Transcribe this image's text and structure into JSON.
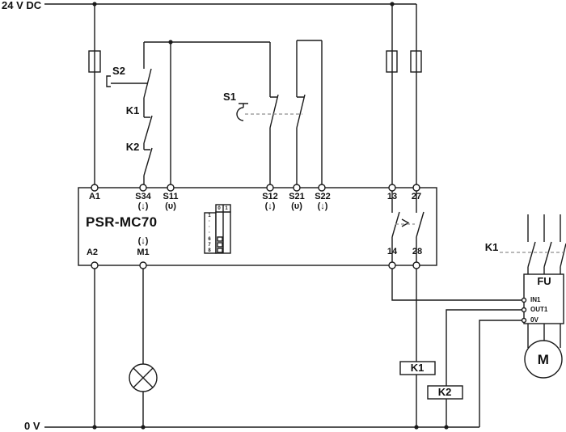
{
  "power": {
    "v24": "24 V DC",
    "v0": "0 V"
  },
  "inputs": {
    "s2": "S2",
    "k1": "K1",
    "k2": "K2",
    "s1": "S1"
  },
  "psr": {
    "title": "PSR-MC70",
    "top_terminals": [
      {
        "id": "A1",
        "sub": ""
      },
      {
        "id": "S34",
        "sub": "(↓)"
      },
      {
        "id": "S11",
        "sub": "(ᴜ)"
      },
      {
        "id": "S12",
        "sub": "(↓)"
      },
      {
        "id": "S21",
        "sub": "(ᴜ)"
      },
      {
        "id": "S22",
        "sub": "(↓)"
      },
      {
        "id": "13",
        "sub": ""
      },
      {
        "id": "27",
        "sub": ""
      }
    ],
    "bottom_terminals": [
      {
        "id": "A2",
        "sub": ""
      },
      {
        "id": "M1",
        "sub": "(↓)"
      },
      {
        "id": "14",
        "sub": ""
      },
      {
        "id": "28",
        "sub": ""
      }
    ],
    "dip": {
      "col0": "0",
      "col1": "1",
      "rows": [
        "1",
        "·",
        "·",
        "·",
        "6",
        "7",
        "8"
      ]
    }
  },
  "outputs": {
    "k1_coil": "K1",
    "k2_coil": "K2",
    "k1_contactor": "K1",
    "fu": {
      "title": "FU",
      "in1": "IN1",
      "out1": "OUT1",
      "ov": "0V"
    },
    "motor": "M"
  },
  "colors": {
    "wire": "#1a1a1a",
    "dashed": "#8f8f8f",
    "background": "#ffffff"
  }
}
